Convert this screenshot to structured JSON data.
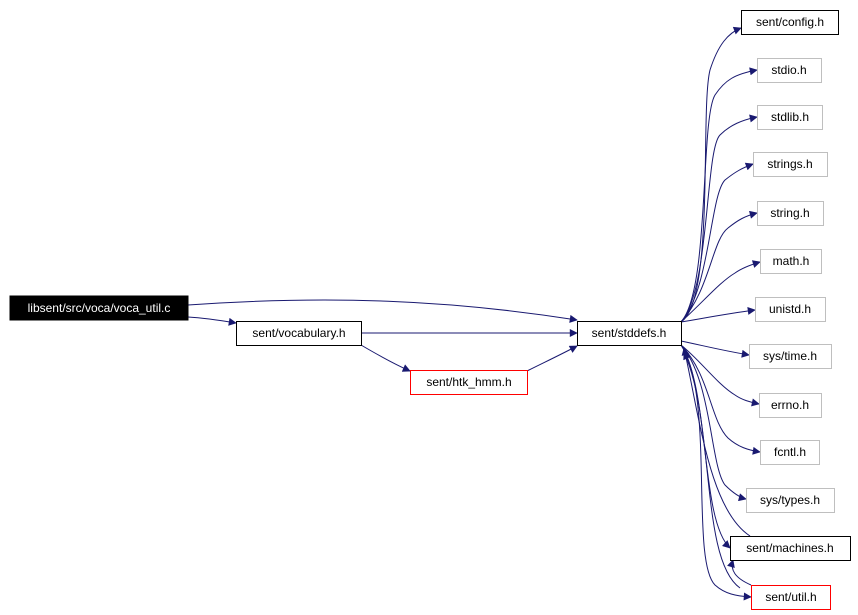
{
  "nodes": {
    "root": {
      "label": "libsent/src/voca/voca_util.c",
      "style": "filled"
    },
    "vocabulary": {
      "label": "sent/vocabulary.h",
      "style": "black"
    },
    "htk_hmm": {
      "label": "sent/htk_hmm.h",
      "style": "red"
    },
    "stddefs": {
      "label": "sent/stddefs.h",
      "style": "black"
    },
    "config": {
      "label": "sent/config.h",
      "style": "black"
    },
    "stdio": {
      "label": "stdio.h",
      "style": "gray"
    },
    "stdlib": {
      "label": "stdlib.h",
      "style": "gray"
    },
    "strings": {
      "label": "strings.h",
      "style": "gray"
    },
    "string": {
      "label": "string.h",
      "style": "gray"
    },
    "math": {
      "label": "math.h",
      "style": "gray"
    },
    "unistd": {
      "label": "unistd.h",
      "style": "gray"
    },
    "systime": {
      "label": "sys/time.h",
      "style": "gray"
    },
    "errno": {
      "label": "errno.h",
      "style": "gray"
    },
    "fcntl": {
      "label": "fcntl.h",
      "style": "gray"
    },
    "systypes": {
      "label": "sys/types.h",
      "style": "gray"
    },
    "machines": {
      "label": "sent/machines.h",
      "style": "black"
    },
    "util": {
      "label": "sent/util.h",
      "style": "red"
    }
  },
  "colors": {
    "edge": "#191970",
    "node_border": "#000000",
    "node_border_gray": "#bfbfbf",
    "node_border_red": "#ff0000",
    "root_fill": "#000000",
    "root_text": "#ffffff"
  }
}
